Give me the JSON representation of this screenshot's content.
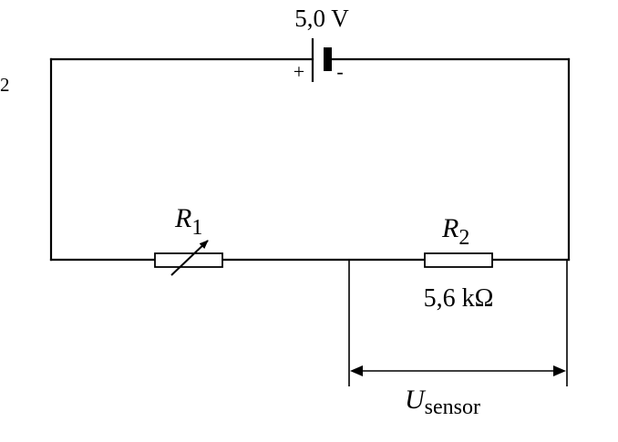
{
  "figure_number": "2",
  "battery": {
    "voltage_label": "5,0 V",
    "plus_sign": "+",
    "minus_sign": "-"
  },
  "r1": {
    "letter": "R",
    "subscript": "1"
  },
  "r2": {
    "letter": "R",
    "subscript": "2",
    "value_label": "5,6 kΩ"
  },
  "u_sensor": {
    "letter": "U",
    "subscript": "sensor"
  }
}
